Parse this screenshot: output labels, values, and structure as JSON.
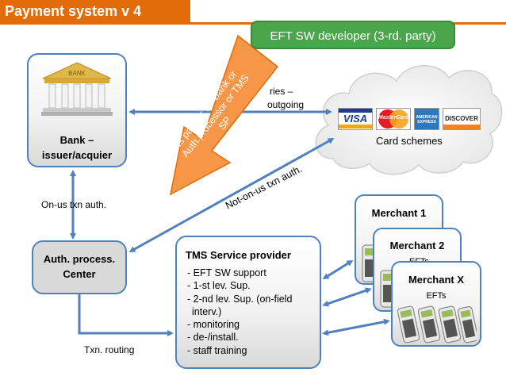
{
  "title": "Payment system v 4",
  "eft_developer": "EFT SW developer (3-rd. party)",
  "partner_arrow_text": [
    "Is partner for Bank or",
    "Auth.processor or TMS",
    "SP"
  ],
  "bank": {
    "label_line1": "Bank –",
    "label_line2": "issuer/acquier",
    "building_sign": "BANK"
  },
  "card_schemes": {
    "label": "Card schemes",
    "partial_text_line1": "ries –",
    "partial_text_line2": "outgoing",
    "logos": [
      "VISA",
      "MasterCard",
      "AMERICAN EXPRESS",
      "DISCOVER"
    ]
  },
  "on_us_label": "On-us txn auth.",
  "not_on_us_label": "Not-on-us txn auth.",
  "auth_center": {
    "line1": "Auth. process.",
    "line2": "Center"
  },
  "txn_routing_label": "Txn. routing",
  "tms": {
    "title": "TMS Service provider",
    "items": [
      "- EFT SW support",
      "- 1-st lev. Sup.",
      "- 2-nd lev. Sup. (on-field",
      "  interv.)",
      "- monitoring",
      "- de-/install.",
      "- staff training"
    ]
  },
  "merchants": [
    {
      "name": "Merchant 1"
    },
    {
      "name": "Merchant 2",
      "partial": "EFTs"
    },
    {
      "name": "Merchant X",
      "efts": "EFTs"
    }
  ],
  "colors": {
    "title_bg": "#e36c0a",
    "arrow_orange": "#f79646",
    "arrow_blue": "#4f81bd",
    "eft_green": "#4ba64b"
  }
}
